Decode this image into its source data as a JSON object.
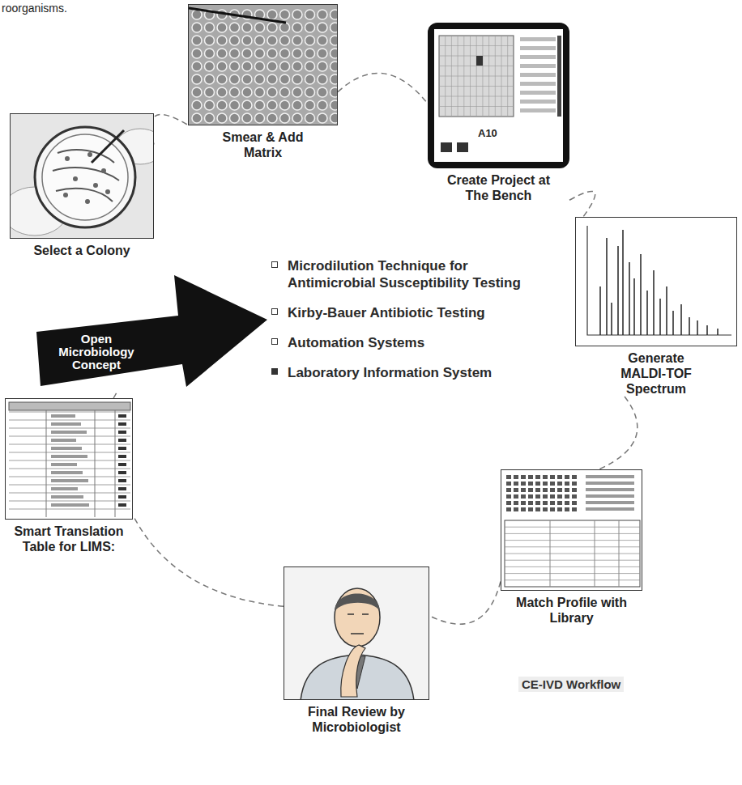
{
  "diagram": {
    "nodes": [
      {
        "text": [
          "Select a Colony"
        ]
      },
      {
        "text": [
          "Smear & Add Matrix"
        ]
      },
      {
        "text": [
          "Create Project at The Bench"
        ]
      },
      {
        "text": [
          "Generate MALDI-TOF Spectrum"
        ]
      },
      {
        "text": [
          "Match Profile with Library"
        ]
      },
      {
        "text": [
          "Final Review by Microbiologist"
        ]
      },
      {
        "text": [
          "Smart Translation Table for LIMS:"
        ]
      },
      {
        "text": [
          "Open Microbiology Concept"
        ]
      }
    ],
    "edges": [
      {
        "from": 0,
        "to": 1,
        "arrow": "none"
      },
      {
        "from": 1,
        "to": 2,
        "arrow": "none"
      },
      {
        "from": 2,
        "to": 3,
        "arrow": "none"
      },
      {
        "from": 3,
        "to": 4,
        "arrow": "none"
      },
      {
        "from": 4,
        "to": 5,
        "arrow": "none"
      },
      {
        "from": 5,
        "to": 6,
        "arrow": "none"
      },
      {
        "from": 6,
        "to": 7,
        "arrow": "none"
      }
    ],
    "labels": [
      "roorganisms.",
      "Microdilution Technique for Antimicrobial Susceptibility Testing",
      "Kirby-Bauer Antibiotic Testing",
      "Automation Systems",
      "Laboratory Information System",
      "A10",
      "CE-IVD Workflow"
    ]
  }
}
